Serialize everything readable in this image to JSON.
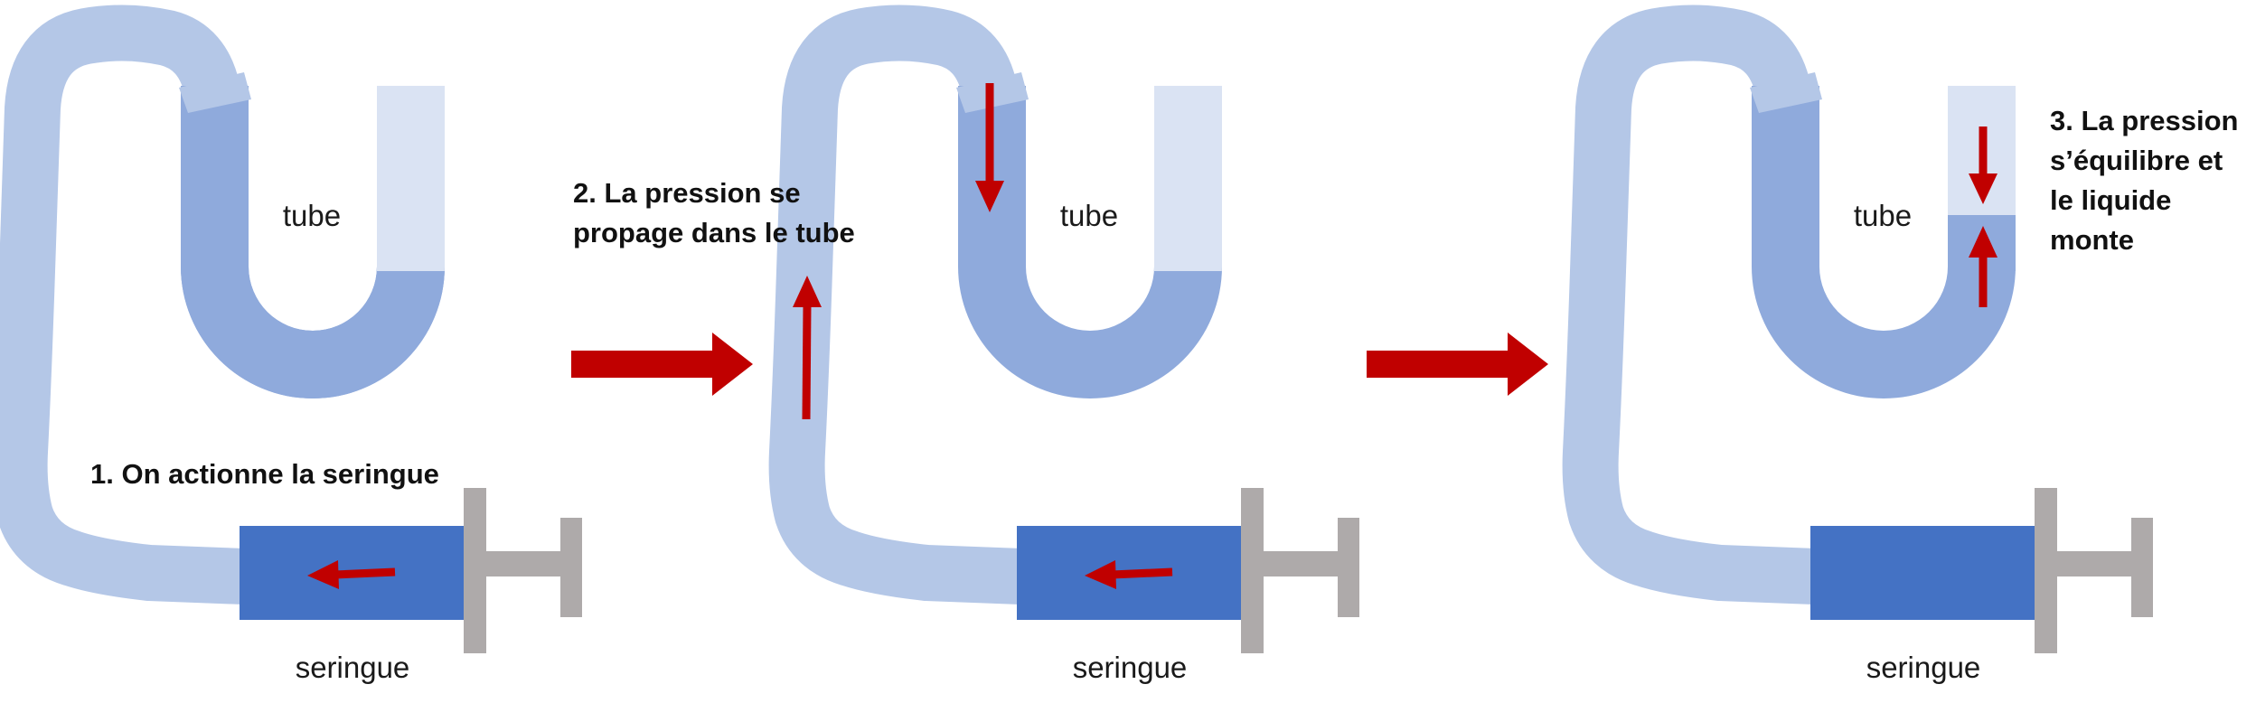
{
  "colors": {
    "hose": "#b4c7e7",
    "liquid": "#8faadc",
    "empty_branch": "#dae3f3",
    "syringe_body": "#4472c4",
    "plunger": "#aeaaaa",
    "arrow": "#c00000"
  },
  "panels": [
    {
      "tube_label": "tube",
      "syringe_label": "seringue",
      "step_label": [
        "1. On actionne la seringue"
      ]
    },
    {
      "tube_label": "tube",
      "syringe_label": "seringue",
      "step_label": [
        "2. La pression se",
        "propage dans le tube"
      ]
    },
    {
      "tube_label": "tube",
      "syringe_label": "seringue",
      "step_label": [
        "3. La pression",
        "s’équilibre et",
        "le liquide",
        "monte"
      ]
    }
  ],
  "transition_arrows": 2
}
